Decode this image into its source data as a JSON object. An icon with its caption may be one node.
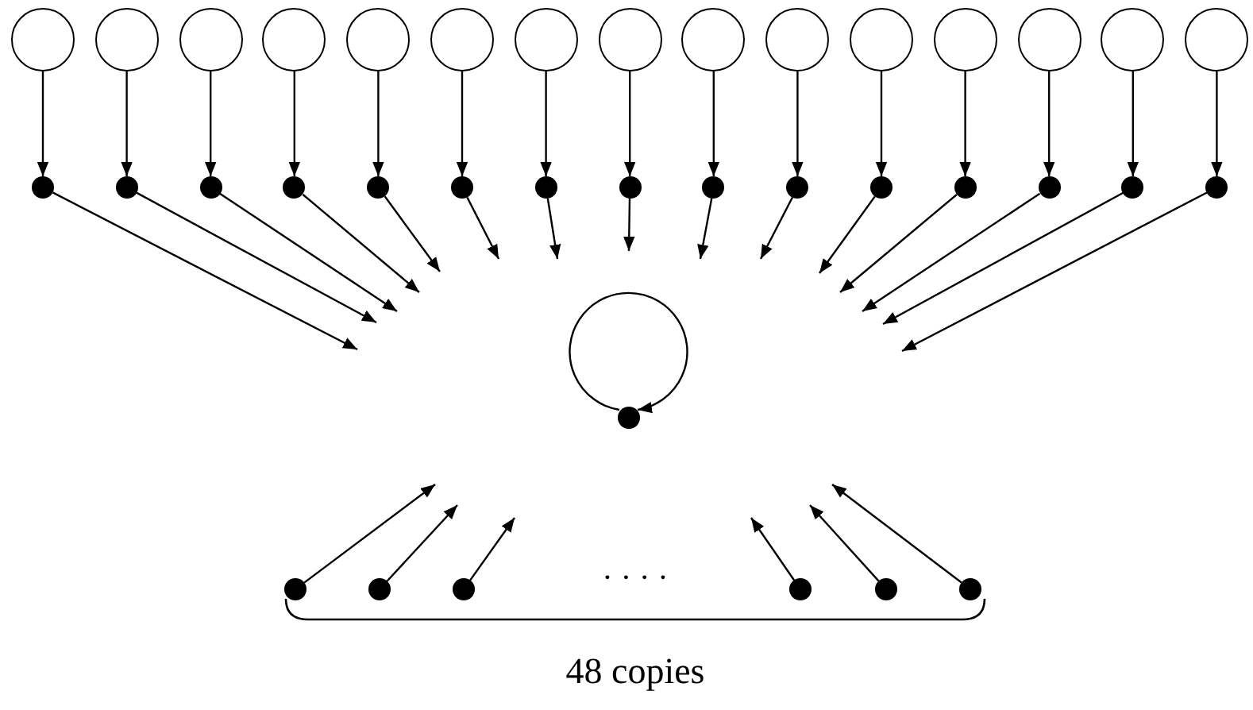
{
  "diagram": {
    "nodes": [
      {
        "text": [],
        "shape": "circle"
      },
      {
        "text": [],
        "shape": "circle"
      },
      {
        "text": [],
        "shape": "circle"
      },
      {
        "text": [],
        "shape": "circle"
      },
      {
        "text": [],
        "shape": "circle"
      },
      {
        "text": [],
        "shape": "circle"
      },
      {
        "text": [],
        "shape": "circle"
      },
      {
        "text": [],
        "shape": "circle"
      },
      {
        "text": [],
        "shape": "circle"
      },
      {
        "text": [],
        "shape": "circle"
      },
      {
        "text": [],
        "shape": "circle"
      },
      {
        "text": [],
        "shape": "circle"
      },
      {
        "text": [],
        "shape": "circle"
      },
      {
        "text": [],
        "shape": "circle"
      },
      {
        "text": [],
        "shape": "circle"
      },
      {
        "text": [],
        "shape": "dot"
      },
      {
        "text": [],
        "shape": "dot"
      },
      {
        "text": [],
        "shape": "dot"
      },
      {
        "text": [],
        "shape": "dot"
      },
      {
        "text": [],
        "shape": "dot"
      },
      {
        "text": [],
        "shape": "dot"
      },
      {
        "text": [],
        "shape": "dot"
      },
      {
        "text": [],
        "shape": "dot"
      },
      {
        "text": [],
        "shape": "dot"
      },
      {
        "text": [],
        "shape": "dot"
      },
      {
        "text": [],
        "shape": "dot"
      },
      {
        "text": [],
        "shape": "dot"
      },
      {
        "text": [],
        "shape": "dot"
      },
      {
        "text": [],
        "shape": "dot"
      },
      {
        "text": [],
        "shape": "dot"
      },
      {
        "text": [],
        "shape": "dot"
      },
      {
        "text": [],
        "shape": "dot"
      },
      {
        "text": [],
        "shape": "dot"
      },
      {
        "text": [],
        "shape": "dot"
      },
      {
        "text": [],
        "shape": "dot"
      },
      {
        "text": [],
        "shape": "dot"
      },
      {
        "text": [],
        "shape": "dot"
      }
    ],
    "edges": [
      {
        "from": 0,
        "to": 15,
        "arrow": "to"
      },
      {
        "from": 1,
        "to": 16,
        "arrow": "to"
      },
      {
        "from": 2,
        "to": 17,
        "arrow": "to"
      },
      {
        "from": 3,
        "to": 18,
        "arrow": "to"
      },
      {
        "from": 4,
        "to": 19,
        "arrow": "to"
      },
      {
        "from": 5,
        "to": 20,
        "arrow": "to"
      },
      {
        "from": 6,
        "to": 21,
        "arrow": "to"
      },
      {
        "from": 7,
        "to": 22,
        "arrow": "to"
      },
      {
        "from": 8,
        "to": 23,
        "arrow": "to"
      },
      {
        "from": 9,
        "to": 24,
        "arrow": "to"
      },
      {
        "from": 10,
        "to": 25,
        "arrow": "to"
      },
      {
        "from": 11,
        "to": 26,
        "arrow": "to"
      },
      {
        "from": 12,
        "to": 27,
        "arrow": "to"
      },
      {
        "from": 13,
        "to": 28,
        "arrow": "to"
      },
      {
        "from": 14,
        "to": 29,
        "arrow": "to"
      },
      {
        "from": 15,
        "to": null,
        "arrow": "to"
      },
      {
        "from": 16,
        "to": null,
        "arrow": "to"
      },
      {
        "from": 17,
        "to": null,
        "arrow": "to"
      },
      {
        "from": 18,
        "to": null,
        "arrow": "to"
      },
      {
        "from": 19,
        "to": null,
        "arrow": "to"
      },
      {
        "from": 20,
        "to": null,
        "arrow": "to"
      },
      {
        "from": 21,
        "to": null,
        "arrow": "to"
      },
      {
        "from": 22,
        "to": null,
        "arrow": "to"
      },
      {
        "from": 23,
        "to": null,
        "arrow": "to"
      },
      {
        "from": 24,
        "to": null,
        "arrow": "to"
      },
      {
        "from": 25,
        "to": null,
        "arrow": "to"
      },
      {
        "from": 26,
        "to": null,
        "arrow": "to"
      },
      {
        "from": 27,
        "to": null,
        "arrow": "to"
      },
      {
        "from": 28,
        "to": null,
        "arrow": "to"
      },
      {
        "from": 29,
        "to": null,
        "arrow": "to"
      },
      {
        "from": 30,
        "to": 30,
        "arrow": "to"
      },
      {
        "from": 31,
        "to": null,
        "arrow": "to"
      },
      {
        "from": 32,
        "to": null,
        "arrow": "to"
      },
      {
        "from": 33,
        "to": null,
        "arrow": "to"
      },
      {
        "from": 34,
        "to": null,
        "arrow": "to"
      },
      {
        "from": 35,
        "to": null,
        "arrow": "to"
      },
      {
        "from": 36,
        "to": null,
        "arrow": "to"
      }
    ],
    "labels": [
      "· · · ·",
      "48 copies"
    ]
  }
}
